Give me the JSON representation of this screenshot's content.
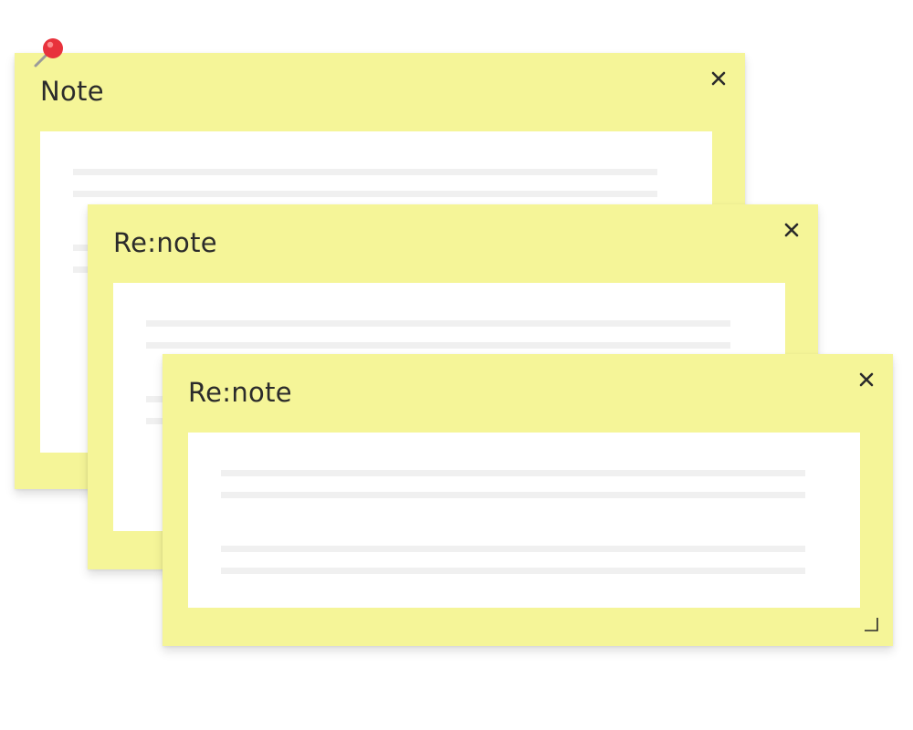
{
  "notes": [
    {
      "title": "Note"
    },
    {
      "title": "Re:note"
    },
    {
      "title": "Re:note"
    }
  ],
  "icons": {
    "close": "close-icon",
    "pin": "pushpin-icon",
    "resize": "resize-corner-icon"
  },
  "colors": {
    "note_bg": "#f5f598",
    "body_bg": "#ffffff",
    "placeholder_line": "#f0f0f0",
    "pin_red": "#e8323c"
  }
}
